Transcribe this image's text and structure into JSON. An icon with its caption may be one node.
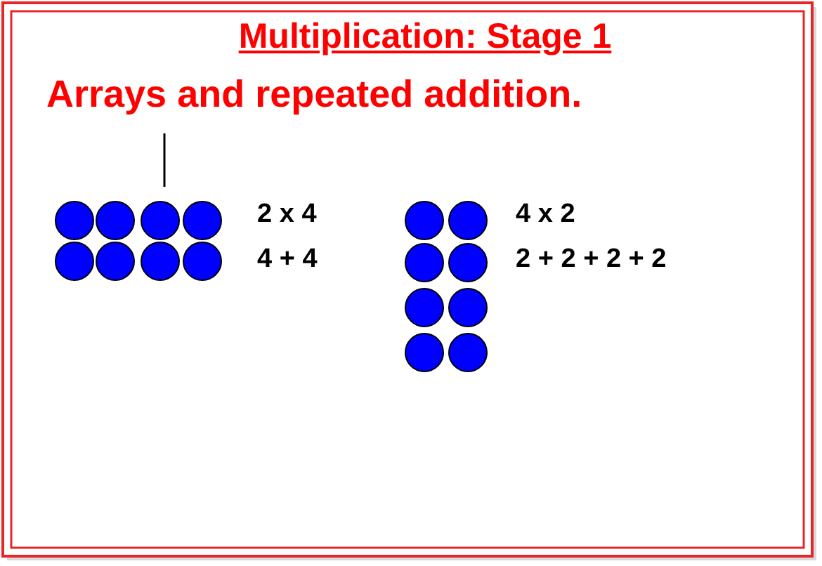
{
  "diagram": {
    "title": "Multiplication: Stage 1",
    "labels": [
      "Arrays and repeated addition.",
      "2 x 4",
      "4 + 4",
      "4 x 2",
      "2 + 2 + 2 + 2"
    ]
  }
}
